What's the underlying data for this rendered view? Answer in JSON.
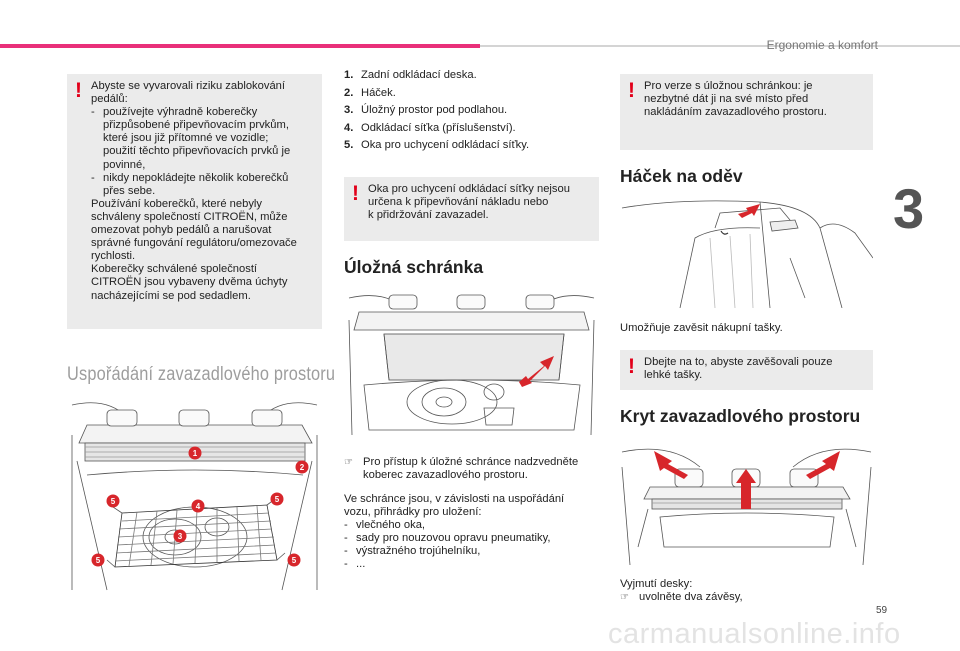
{
  "header": {
    "section_title": "Ergonomie a komfort",
    "chapter_number": "3",
    "page_number": "59"
  },
  "watermark": "carmanualsonline.info",
  "warning_mats": {
    "lines": [
      "Abyste se vyvarovali riziku zablokování",
      "pedálů:"
    ],
    "bullets": [
      {
        "dash": "-",
        "lines": [
          "používejte výhradně koberečky",
          "přizpůsobené připevňovacím prvkům,",
          "které jsou již přítomné ve vozidle;",
          "použití těchto připevňovacích prvků je",
          "povinné,"
        ]
      },
      {
        "dash": "-",
        "lines": [
          "nikdy nepokládejte několik koberečků",
          "přes sebe."
        ]
      }
    ],
    "tail": [
      "Používání koberečků, které nebyly",
      "schváleny společností CITROËN, může",
      "omezovat pohyb pedálů a narušovat",
      "správné fungování regulátoru/omezovače",
      "rychlosti.",
      "Koberečky schválené společností",
      "CITROËN jsou vybaveny dvěma úchyty",
      "nacházejícími se pod sedadlem."
    ]
  },
  "cargo_layout": {
    "heading": "Uspořádání zavazadlového prostoru",
    "callouts": [
      "1",
      "2",
      "3",
      "4",
      "5",
      "5",
      "5",
      "5"
    ]
  },
  "numbered_list": [
    {
      "n": "1.",
      "text": "Zadní odkládací deska."
    },
    {
      "n": "2.",
      "text": "Háček."
    },
    {
      "n": "3.",
      "text": "Úložný prostor pod podlahou."
    },
    {
      "n": "4.",
      "text": "Odkládací síťka (příslušenství)."
    },
    {
      "n": "5.",
      "text": "Oka pro uchycení odkládací síťky."
    }
  ],
  "warning_net": {
    "lines": [
      "Oka pro uchycení odkládací síťky nejsou",
      "určena k připevňování nákladu nebo",
      "k přidržování zavazadel."
    ]
  },
  "storage": {
    "heading": "Úložná schránka",
    "step_icon": "☞",
    "step_lines": [
      "Pro přístup k úložné schránce nadzvedněte",
      "koberec zavazadlového prostoru."
    ],
    "intro_lines": [
      "Ve schránce jsou, v závislosti na uspořádání",
      "vozu, přihrádky pro uložení:"
    ],
    "items": [
      {
        "dash": "-",
        "text": "vlečného oka,"
      },
      {
        "dash": "-",
        "text": "sady pro nouzovou opravu pneumatiky,"
      },
      {
        "dash": "-",
        "text": "výstražného trojúhelníku,"
      },
      {
        "dash": "-",
        "text": "..."
      }
    ]
  },
  "warning_hook": {
    "lines": [
      "Pro verze s úložnou schránkou: je",
      "nezbytné dát ji na své místo před",
      "nakládáním zavazadlového prostoru."
    ]
  },
  "hook": {
    "heading": "Háček na oděv",
    "caption": "Umožňuje zavěsit nákupní tašky."
  },
  "warning_bags": {
    "lines": [
      "Dbejte na to, abyste zavěšovali pouze",
      "lehké tašky."
    ]
  },
  "cover": {
    "heading": "Kryt zavazadlového prostoru",
    "intro": "Vyjmutí desky:",
    "step_icon": "☞",
    "step": "uvolněte dva závěsy,"
  },
  "colors": {
    "accent": "#e9307a",
    "warning_red": "#e2001a",
    "callout_red": "#d7262b",
    "box_bg": "#ebebeb"
  }
}
